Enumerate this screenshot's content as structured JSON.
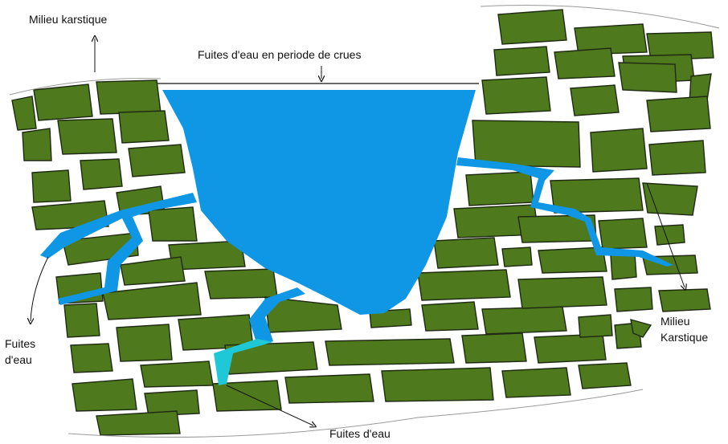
{
  "labels": {
    "karst_left": "Milieu karstique",
    "flood_leaks": "Fuites d'eau en periode de crues",
    "leaks_left": "Fuites\nd'eau",
    "leaks_bottom": "Fuites d'eau",
    "karst_right": "Milieu\nKarstique"
  },
  "colors": {
    "water": "#0f97e6",
    "water_light": "#1fc8d6",
    "stone": "#4e7a1d",
    "stone_outline": "#1f2a12",
    "background": "#ffffff"
  }
}
